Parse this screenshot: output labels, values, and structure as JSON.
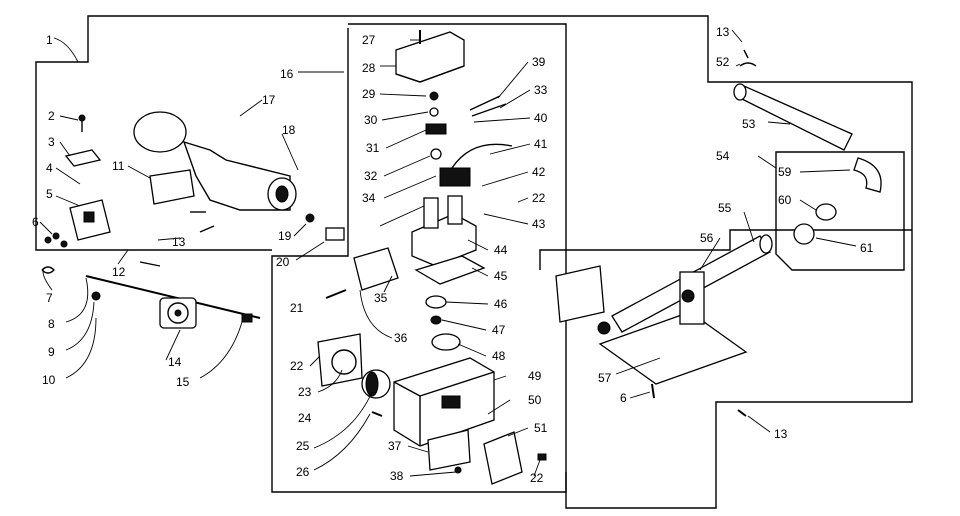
{
  "callouts": {
    "c1": "1",
    "c2": "2",
    "c3": "3",
    "c4": "4",
    "c5": "5",
    "c6": "6",
    "c7": "7",
    "c8": "8",
    "c9": "9",
    "c10": "10",
    "c11": "11",
    "c12": "12",
    "c13a": "13",
    "c13b": "13",
    "c13c": "13",
    "c14": "14",
    "c15": "15",
    "c16": "16",
    "c17": "17",
    "c18": "18",
    "c19": "19",
    "c20": "20",
    "c21": "21",
    "c22a": "22",
    "c22b": "22",
    "c22c": "22",
    "c23": "23",
    "c24": "24",
    "c25": "25",
    "c26": "26",
    "c27": "27",
    "c28": "28",
    "c29": "29",
    "c30": "30",
    "c31": "31",
    "c32": "32",
    "c33": "33",
    "c34": "34",
    "c35": "35",
    "c36": "36",
    "c37": "37",
    "c38": "38",
    "c39": "39",
    "c40": "40",
    "c41": "41",
    "c42": "42",
    "c43": "43",
    "c44": "44",
    "c45": "45",
    "c46": "46",
    "c47": "47",
    "c48": "48",
    "c49": "49",
    "c50": "50",
    "c51": "51",
    "c52": "52",
    "c53": "53",
    "c54": "54",
    "c55": "55",
    "c56": "56",
    "c57": "57",
    "c59": "59",
    "c60": "60",
    "c61": "61",
    "c6b": "6"
  }
}
